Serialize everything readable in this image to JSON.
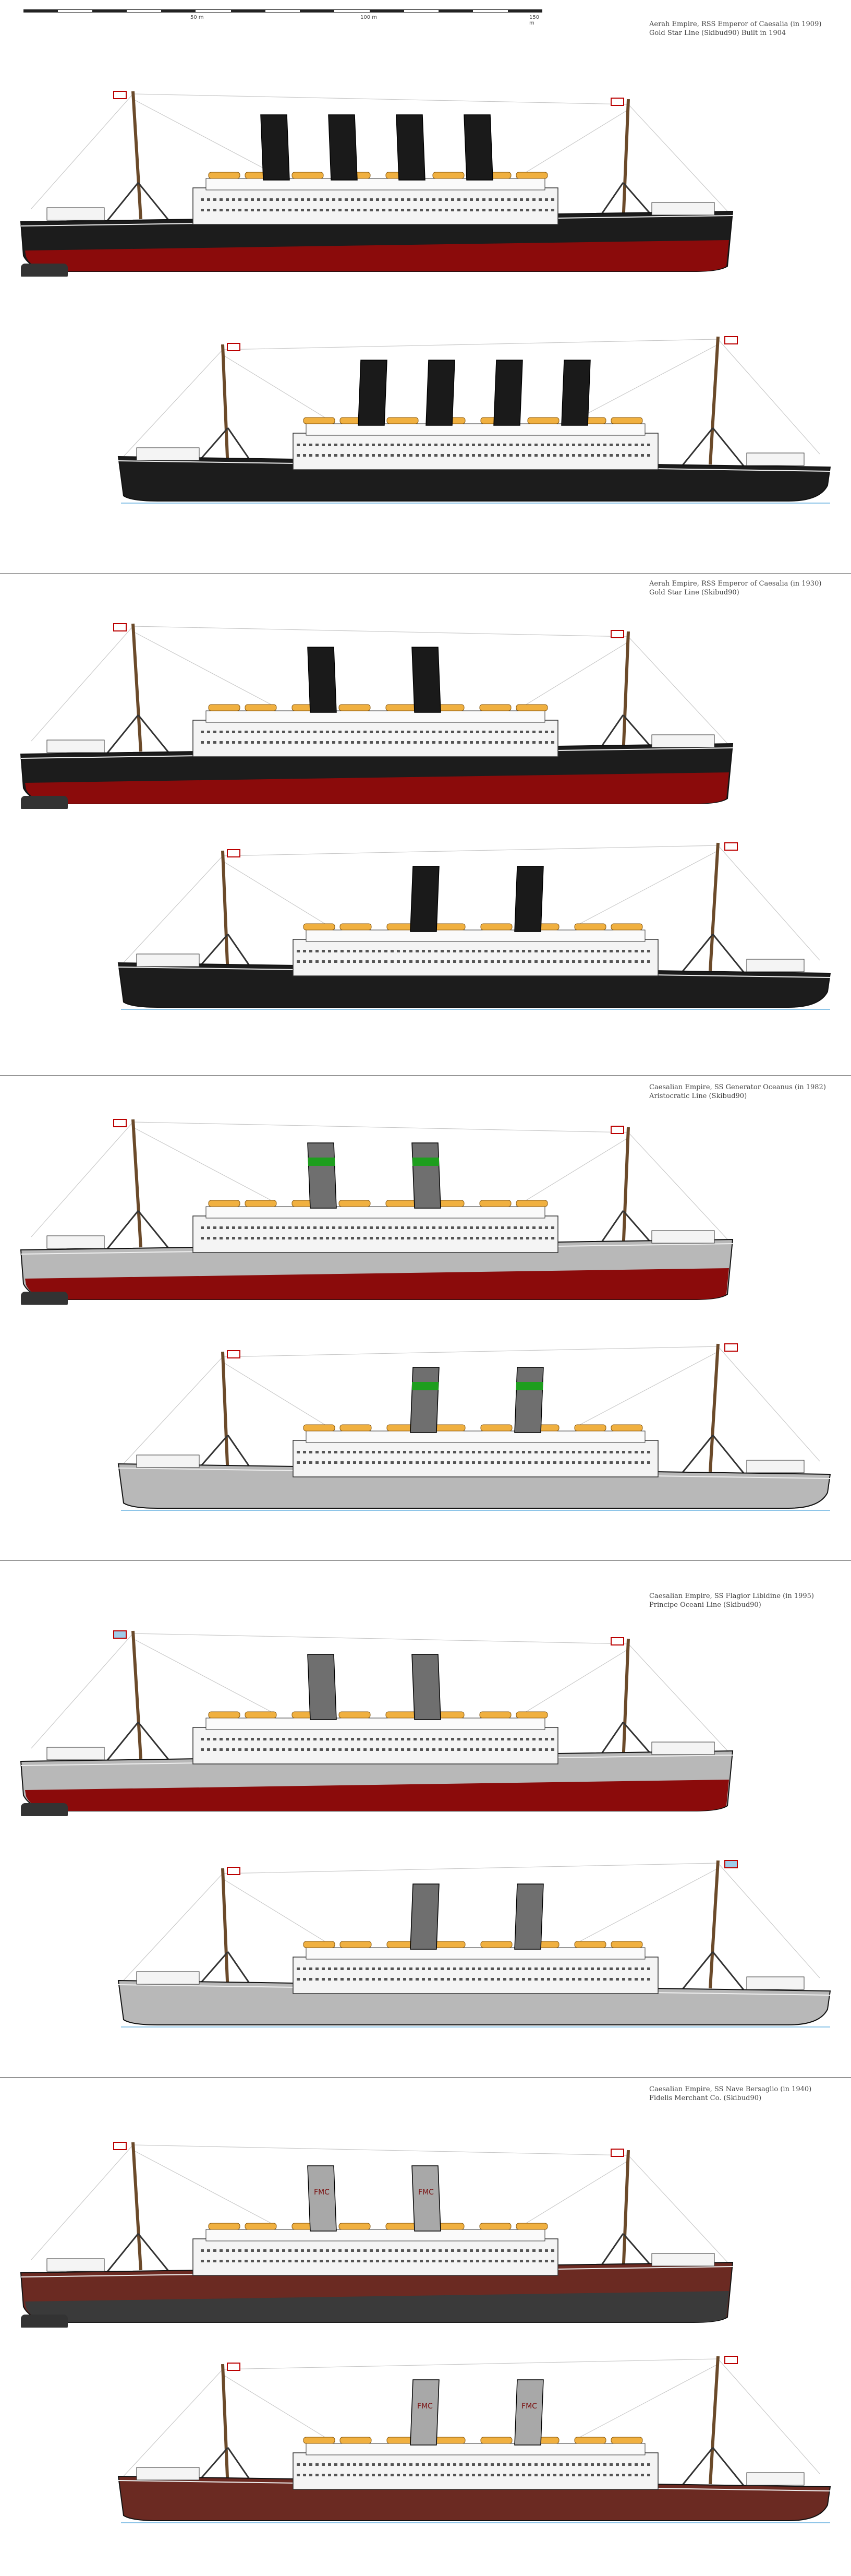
{
  "scale_bar": {
    "labels": [
      "50 m",
      "100 m",
      "150 m"
    ]
  },
  "sections": [
    {
      "caption_line1": "Aerah Empire, RSS Emperor of Caesalia (in 1909)",
      "caption_line2": "Gold Star Line (Skibud90) Built in 1904",
      "funnels": 4,
      "funnel_color": "#1a1a1a",
      "funnel_band": "",
      "hull_upper": "#1c1c1c",
      "hull_lower": "#8b0b0b",
      "ensign": "#ffffff"
    },
    {
      "caption_line1": "Aerah Empire, RSS Emperor of Caesalia (in 1930)",
      "caption_line2": "Gold Star Line (Skibud90)",
      "funnels": 2,
      "funnel_color": "#1a1a1a",
      "funnel_band": "",
      "hull_upper": "#1c1c1c",
      "hull_lower": "#8b0b0b",
      "ensign": "#ffffff"
    },
    {
      "caption_line1": "Caesalian Empire, SS Generator Oceanus (in 1982)",
      "caption_line2": "Aristocratic Line (Skibud90)",
      "funnels": 2,
      "funnel_color": "#6f6f6f",
      "funnel_band": "#1e9e1e",
      "hull_upper": "#b8b8b8",
      "hull_lower": "#8b0b0b",
      "ensign": "#ffffff"
    },
    {
      "caption_line1": "Caesalian Empire, SS Flagior Libidine (in 1995)",
      "caption_line2": "Principe Oceani Line (Skibud90)",
      "funnels": 2,
      "funnel_color": "#6f6f6f",
      "funnel_band": "",
      "hull_upper": "#b8b8b8",
      "hull_lower": "#8b0b0b",
      "ensign": "#9ecbe8"
    },
    {
      "caption_line1": "Caesalian Empire, SS Nave Bersaglio (in 1940)",
      "caption_line2": "Fidelis Merchant Co. (Skibud90)",
      "funnels": 2,
      "funnel_color": "#a8a8a8",
      "funnel_band": "",
      "funnel_text": "FMC",
      "hull_upper": "#6b2a22",
      "hull_lower": "#3a3a3a",
      "ensign": "#ffffff"
    }
  ]
}
